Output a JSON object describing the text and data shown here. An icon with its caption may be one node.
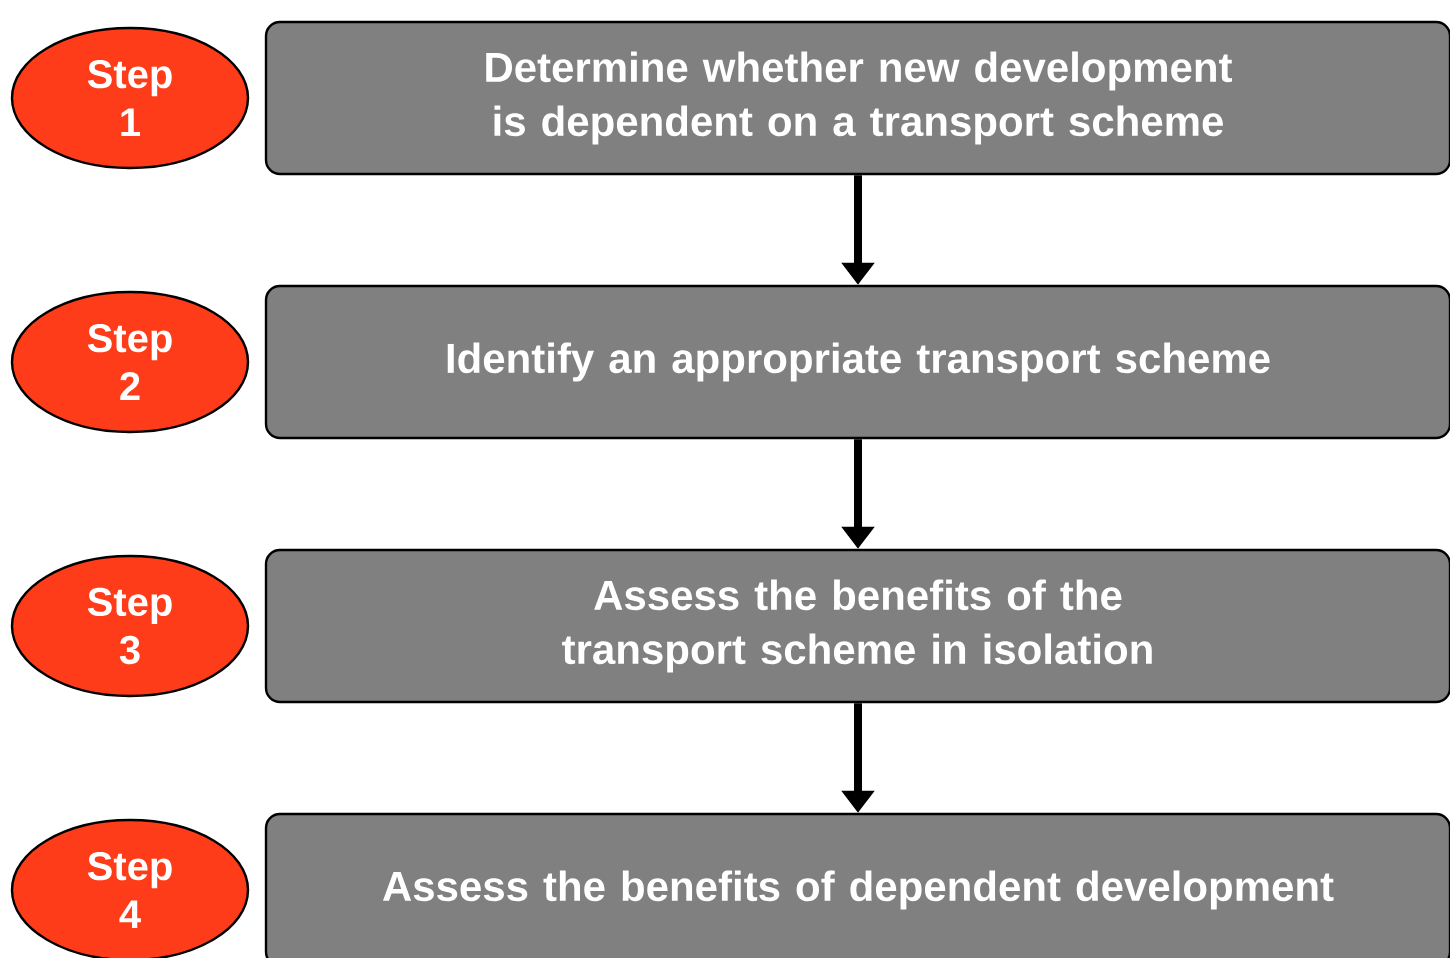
{
  "diagram": {
    "nodes": [
      {
        "text": [
          "Step 1"
        ]
      },
      {
        "text": [
          "Determine whether new development is dependent on a transport scheme"
        ]
      },
      {
        "text": [
          "Step 2"
        ]
      },
      {
        "text": [
          "Identify an appropriate transport scheme"
        ]
      },
      {
        "text": [
          "Step 3"
        ]
      },
      {
        "text": [
          "Assess the benefits of the transport scheme in isolation"
        ]
      },
      {
        "text": [
          "Step 4"
        ]
      },
      {
        "text": [
          "Assess the benefits of dependent development"
        ]
      }
    ],
    "edges": [
      {
        "from": 1,
        "to": 3,
        "arrow": "to"
      },
      {
        "from": 3,
        "to": 5,
        "arrow": "to"
      },
      {
        "from": 5,
        "to": 7,
        "arrow": "to"
      }
    ]
  }
}
